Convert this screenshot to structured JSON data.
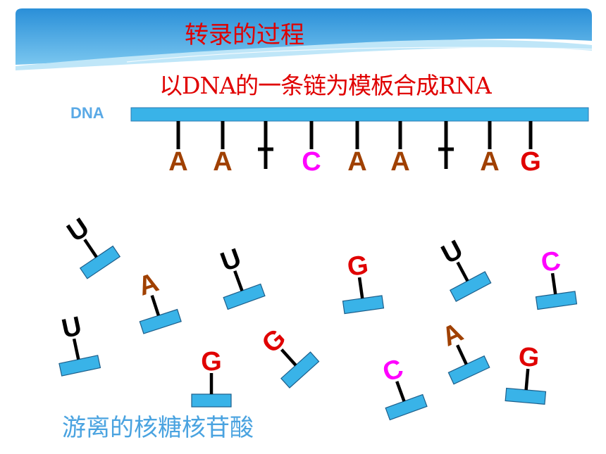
{
  "slide": {
    "title": "转录的过程",
    "subtitle": "以DNA的一条链为模板合成RNA",
    "dna_label": "DNA",
    "caption": "游离的核糖核苷酸"
  },
  "colors": {
    "strand": "#39b3e8",
    "A": "#a04000",
    "C": "#ff00ff",
    "G": "#e00000",
    "U": "#000000",
    "T": "#000000",
    "text_red": "#e00000",
    "text_blue": "#4aa3e0"
  },
  "dna_bases": [
    "A",
    "A",
    "T",
    "C",
    "A",
    "A",
    "T",
    "A",
    "G"
  ],
  "free_nucleotides": [
    "U",
    "A",
    "U",
    "G",
    "U",
    "C",
    "U",
    "G",
    "G",
    "C",
    "A",
    "G"
  ]
}
